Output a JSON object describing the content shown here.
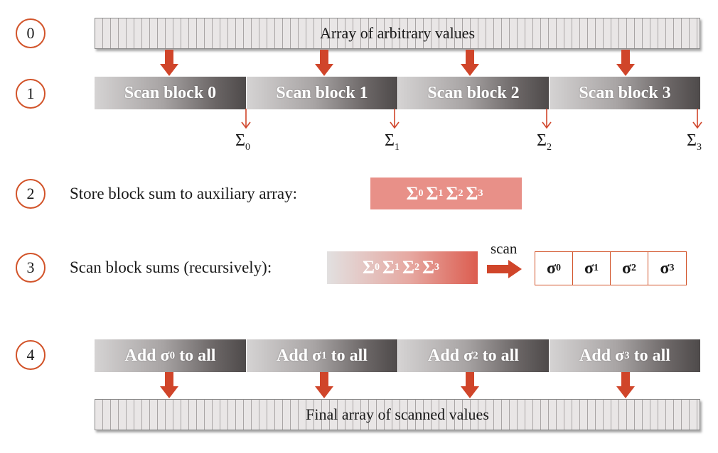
{
  "steps": [
    "0",
    "1",
    "2",
    "3",
    "4"
  ],
  "input_array_label": "Array of arbitrary values",
  "scan_blocks": [
    {
      "label": "Scan block 0"
    },
    {
      "label": "Scan block 1"
    },
    {
      "label": "Scan block 2"
    },
    {
      "label": "Scan block 3"
    }
  ],
  "block_sums": [
    {
      "symbol": "Σ",
      "sub": "0"
    },
    {
      "symbol": "Σ",
      "sub": "1"
    },
    {
      "symbol": "Σ",
      "sub": "2"
    },
    {
      "symbol": "Σ",
      "sub": "3"
    }
  ],
  "step2_text": "Store block sum to auxiliary array:",
  "step3_text": "Scan block sums (recursively):",
  "scan_label": "scan",
  "scanned_sums": [
    {
      "symbol": "σ",
      "sub": "0"
    },
    {
      "symbol": "σ",
      "sub": "1"
    },
    {
      "symbol": "σ",
      "sub": "2"
    },
    {
      "symbol": "σ",
      "sub": "3"
    }
  ],
  "add_blocks": [
    {
      "prefix": "Add σ",
      "sub": "0",
      "suffix": " to all"
    },
    {
      "prefix": "Add σ",
      "sub": "1",
      "suffix": " to all"
    },
    {
      "prefix": "Add σ",
      "sub": "2",
      "suffix": " to all"
    },
    {
      "prefix": "Add σ",
      "sub": "3",
      "suffix": " to all"
    }
  ],
  "output_array_label": "Final array of scanned values",
  "colors": {
    "accent": "#d2542a",
    "arrow": "#d0452a",
    "aux_box": "#e89088",
    "block_dark": "#4e4a4a",
    "block_light": "#d5d3d3"
  }
}
